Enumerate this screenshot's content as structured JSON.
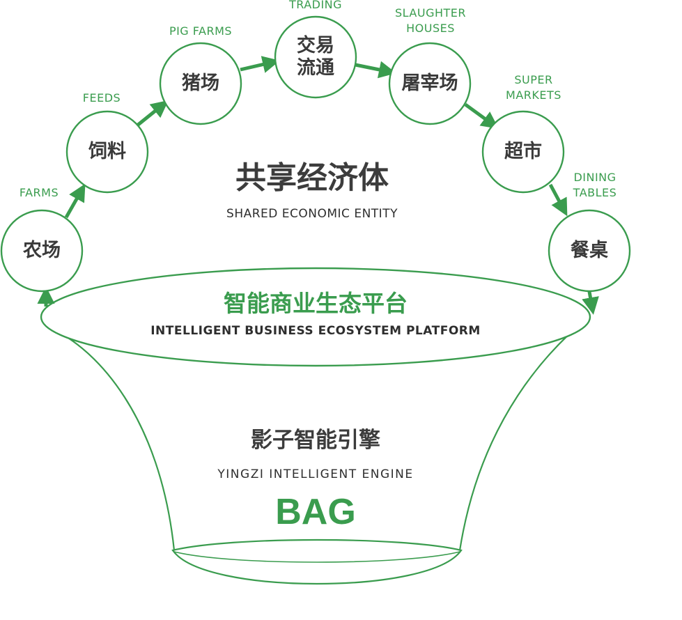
{
  "colors": {
    "accent": "#3a9c4e",
    "text_dark": "#3a3a3a"
  },
  "nodes": [
    {
      "name_cn": "农场",
      "name_en": "FARMS"
    },
    {
      "name_cn": "饲料",
      "name_en": "FEEDS"
    },
    {
      "name_cn": "猪场",
      "name_en": "PIG FARMS"
    },
    {
      "name_cn": "交易\n流通",
      "name_en": "TRADING"
    },
    {
      "name_cn": "屠宰场",
      "name_en": "SLAUGHTER\nHOUSES"
    },
    {
      "name_cn": "超市",
      "name_en": "SUPER\nMARKETS"
    },
    {
      "name_cn": "餐桌",
      "name_en": "DINING\nTABLES"
    }
  ],
  "center": {
    "title_cn": "共享经济体",
    "title_en": "SHARED ECONOMIC ENTITY"
  },
  "platform": {
    "title_cn": "智能商业生态平台",
    "title_en": "INTELLIGENT BUSINESS ECOSYSTEM PLATFORM"
  },
  "engine": {
    "title_cn": "影子智能引擎",
    "title_en": "YINGZI INTELLIGENT ENGINE",
    "brand": "BAG"
  }
}
